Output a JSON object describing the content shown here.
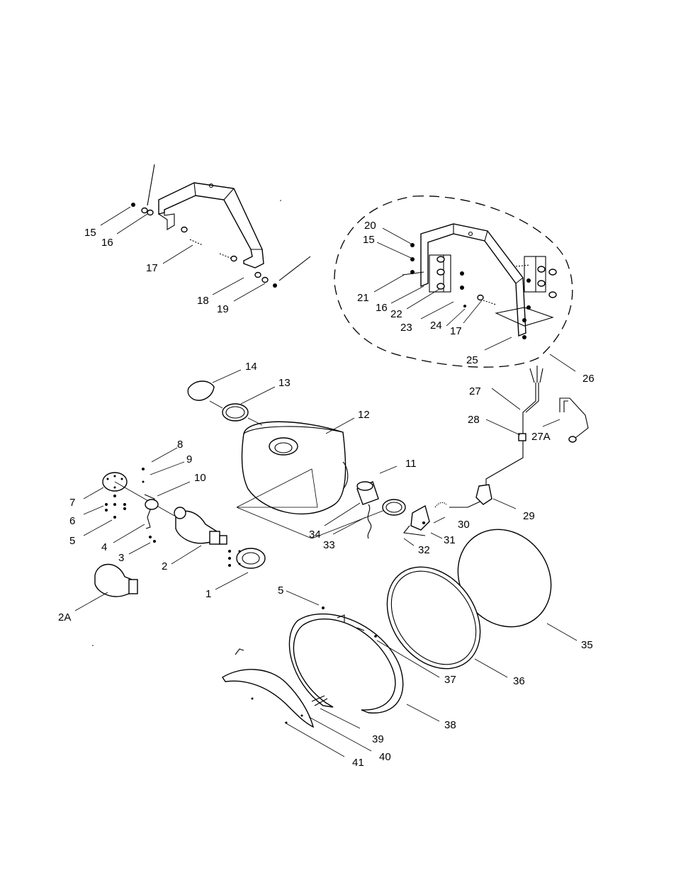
{
  "labels": {
    "l15a": "15",
    "l16a": "16",
    "l17a": "17",
    "l18": "18",
    "l19": "19",
    "l20": "20",
    "l15b": "15",
    "l21": "21",
    "l16b": "16",
    "l22": "22",
    "l23": "23",
    "l24": "24",
    "l17b": "17",
    "l25": "25",
    "l26": "26",
    "l14": "14",
    "l13": "13",
    "l12": "12",
    "l27": "27",
    "l28": "28",
    "l27a": "27A",
    "l8": "8",
    "l9": "9",
    "l10": "10",
    "l11": "11",
    "l7": "7",
    "l6": "6",
    "l5a": "5",
    "l4": "4",
    "l3": "3",
    "l2": "2",
    "l1": "1",
    "l34": "34",
    "l33": "33",
    "l30": "30",
    "l29": "29",
    "l31": "31",
    "l32": "32",
    "l2a": "2A",
    "l5b": "5",
    "l35": "35",
    "l36": "36",
    "l37": "37",
    "l38": "38",
    "l39": "39",
    "l40": "40",
    "l41": "41"
  }
}
